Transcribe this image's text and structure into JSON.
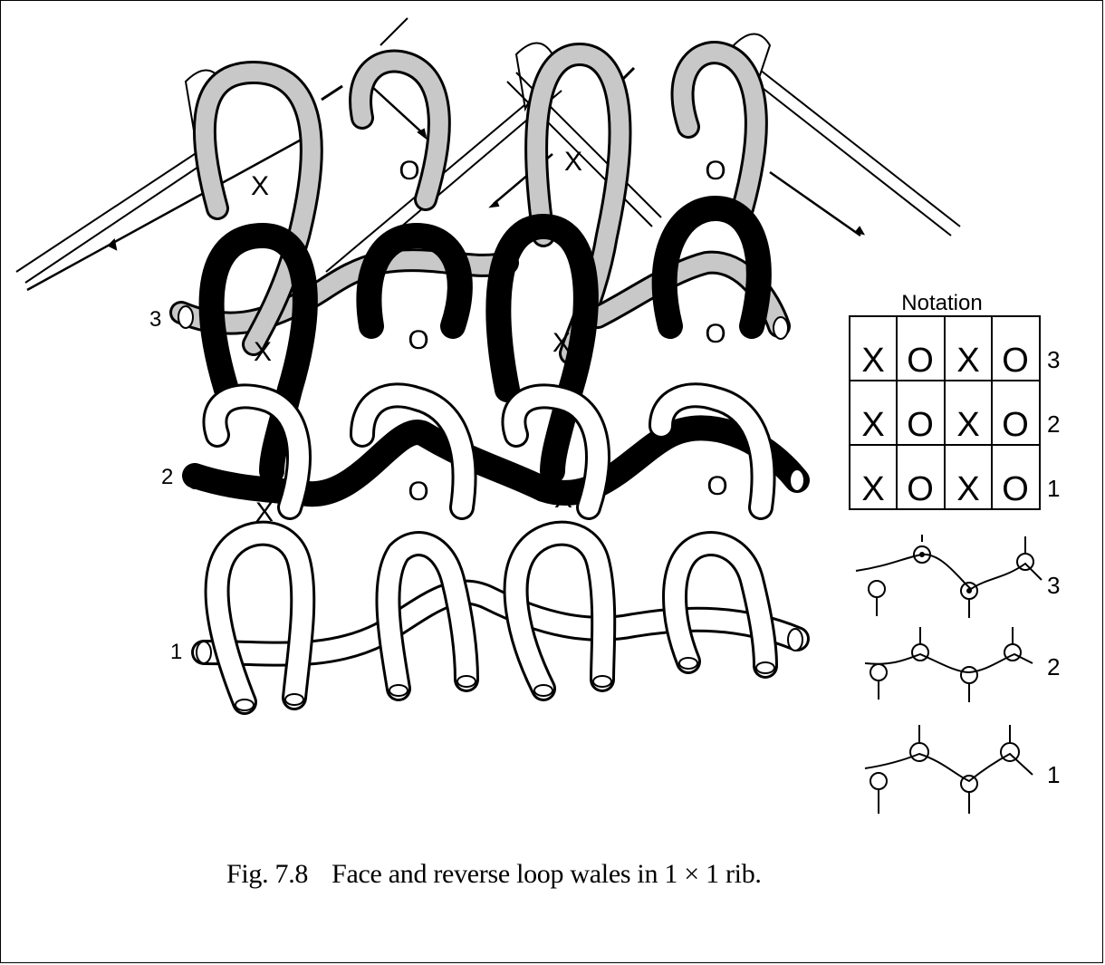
{
  "figure": {
    "caption_number": "Fig. 7.8",
    "caption_text": "Face and reverse loop wales in 1 × 1 rib."
  },
  "course_labels": [
    "3",
    "2",
    "1"
  ],
  "wale_symbols": {
    "course_3": [
      "X",
      "O",
      "X",
      "O"
    ],
    "course_2": [
      "X",
      "O",
      "X",
      "O"
    ],
    "needle_row": [
      "X",
      "O",
      "X",
      "O"
    ]
  },
  "notation": {
    "title": "Notation",
    "rows": [
      {
        "label": "3",
        "cells": [
          "X",
          "O",
          "X",
          "O"
        ]
      },
      {
        "label": "2",
        "cells": [
          "X",
          "O",
          "X",
          "O"
        ]
      },
      {
        "label": "1",
        "cells": [
          "X",
          "O",
          "X",
          "O"
        ]
      }
    ]
  },
  "yarn_paths": [
    {
      "label": "3"
    },
    {
      "label": "2"
    },
    {
      "label": "1"
    }
  ],
  "colors": {
    "ink": "#000000",
    "yarn_light": "#ffffff",
    "yarn_grey": "#c8c8c8",
    "yarn_dark": "#000000",
    "background": "#ffffff"
  }
}
